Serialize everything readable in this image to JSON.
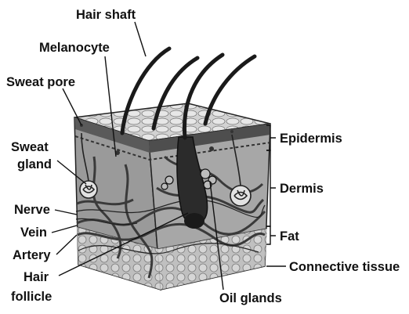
{
  "labels": {
    "hair_shaft": "Hair shaft",
    "melanocyte": "Melanocyte",
    "sweat_pore": "Sweat pore",
    "sweat_gland_1": "Sweat",
    "sweat_gland_2": "gland",
    "nerve": "Nerve",
    "vein": "Vein",
    "artery": "Artery",
    "hair_follicle_1": "Hair",
    "hair_follicle_2": "follicle",
    "oil_glands": "Oil glands",
    "epidermis": "Epidermis",
    "dermis": "Dermis",
    "fat": "Fat",
    "connective_tissue": "Connective tissue"
  }
}
